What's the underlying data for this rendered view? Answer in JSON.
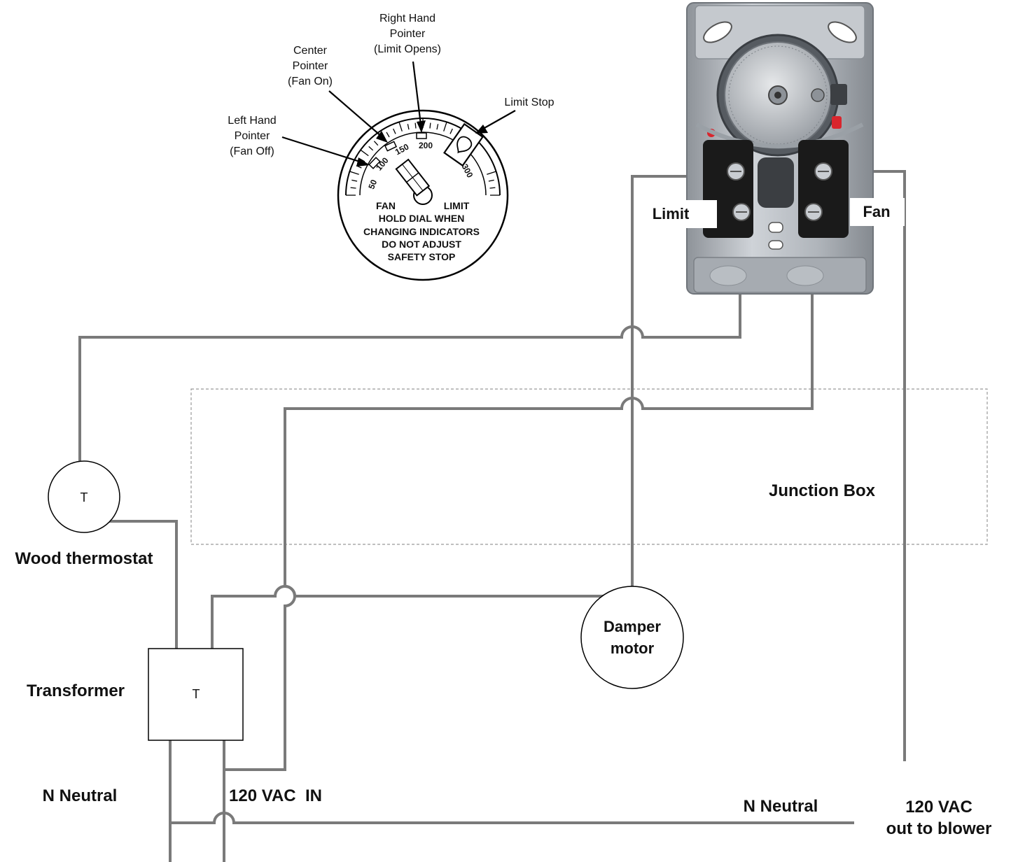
{
  "dial": {
    "pointer_labels": {
      "left": [
        "Left Hand",
        "Pointer",
        "(Fan Off)"
      ],
      "center": [
        "Center",
        "Pointer",
        "(Fan On)"
      ],
      "right": [
        "Right Hand",
        "Pointer",
        "(Limit Opens)"
      ],
      "stop": "Limit Stop"
    },
    "scale": [
      "50",
      "100",
      "150",
      "200",
      "300"
    ],
    "face": {
      "fan": "FAN",
      "limit": "LIMIT",
      "lines": [
        "HOLD DIAL WHEN",
        "CHANGING INDICATORS",
        "DO NOT ADJUST",
        "SAFETY STOP"
      ]
    }
  },
  "control": {
    "limit_label": "Limit",
    "fan_label": "Fan"
  },
  "junction_box": "Junction Box",
  "thermostat": {
    "symbol": "T",
    "label": "Wood thermostat"
  },
  "transformer": {
    "symbol": "T",
    "label": "Transformer"
  },
  "damper": {
    "line1": "Damper",
    "line2": "motor"
  },
  "neutral_left": "N Neutral",
  "vac_in": "120 VAC  IN",
  "neutral_right": "N Neutral",
  "blower": {
    "line1": "120 VAC",
    "line2": "out to blower"
  },
  "colors": {
    "wire": "#7a7a7a",
    "metal": "#b8bcc2",
    "terminal": "#1a1a1a"
  }
}
